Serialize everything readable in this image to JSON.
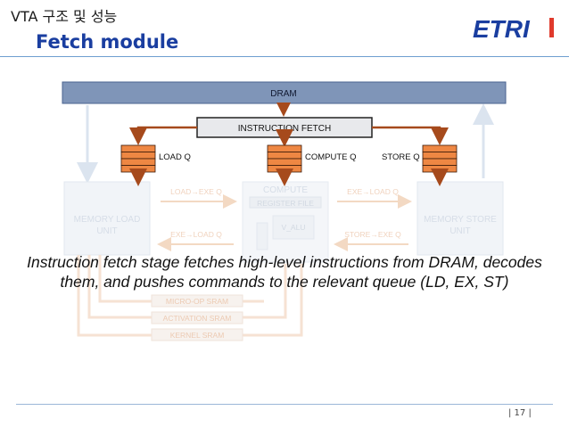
{
  "header": {
    "subtitle": "VTA 구조 및 성능",
    "title": "Fetch module",
    "logo_text": "ETRI"
  },
  "diagram": {
    "dram": "DRAM",
    "instruction_fetch": "INSTRUCTION FETCH",
    "load_q": "LOAD Q",
    "compute_q": "COMPUTE Q",
    "store_q": "STORE Q",
    "memory_load": [
      "MEMORY LOAD",
      "UNIT"
    ],
    "memory_store": [
      "MEMORY STORE",
      "UNIT"
    ],
    "compute": "COMPUTE",
    "register_file": "REGISTER FILE",
    "v_alu": "V_ALU",
    "load_exe_q": "LOAD→EXE Q",
    "exe_load_q_left": "EXE→LOAD Q",
    "exe_load_q_right": "EXE→LOAD Q",
    "store_exe_q": "STORE→EXE Q",
    "micro_op_sram": "MICRO-OP SRAM",
    "activation_sram": "ACTIVATION SRAM",
    "kernel_sram": "KERNEL SRAM"
  },
  "caption": {
    "line1": "Instruction fetch stage fetches high-level instructions from DRAM, decodes",
    "line2": "them, and pushes commands to the relevant queue (LD, EX, ST)"
  },
  "footer": {
    "page_number": "|  17  |"
  },
  "colors": {
    "brand_blue": "#1a3ea0",
    "logo_red": "#e03a2c",
    "dram_fill": "#7f95b8",
    "arrow_brown": "#a64a1c",
    "queue_orange": "#ee8743"
  }
}
